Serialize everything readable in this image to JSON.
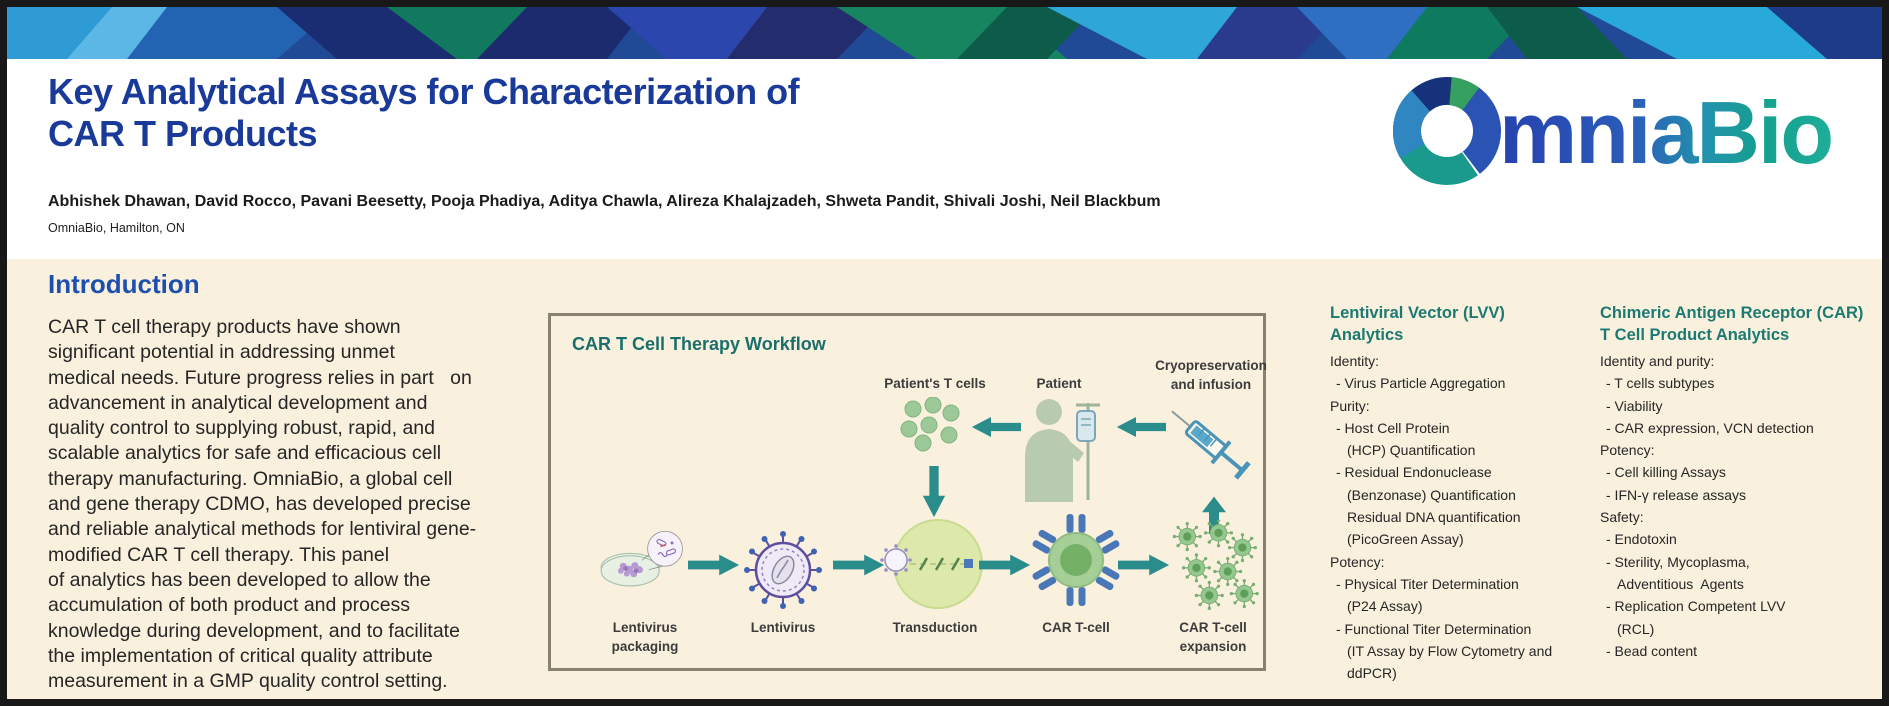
{
  "theme": {
    "accent_blue": "#1a3a9a",
    "intro_heading_blue": "#1d4fae",
    "teal_heading": "#1b7a72",
    "arrow_teal": "#2b8c8c",
    "cream_background": "#faf0de",
    "box_border": "#87816f",
    "logo_blue": "#2742ae",
    "logo_teal": "#1fae9a"
  },
  "header": {
    "title_line1": "Key Analytical Assays for Characterization of",
    "title_line2": "CAR T Products",
    "authors": "Abhishek Dhawan, David Rocco, Pavani Beesetty, Pooja Phadiya, Aditya Chawla, Alireza Khalajzadeh, Shweta Pandit, Shivali Joshi, Neil Blackbum",
    "affiliation": "OmniaBio, Hamilton, ON",
    "logo_wordmark": "mniaBio"
  },
  "intro": {
    "heading": "Introduction",
    "lines": [
      "CAR T cell therapy products have shown",
      "significant potential in addressing unmet",
      "medical needs. Future progress relies in part   on",
      "advancement in analytical development and",
      "quality control to supplying robust, rapid, and",
      "scalable analytics for safe and efficacious cell",
      "therapy manufacturing. OmniaBio, a global cell",
      "and gene therapy CDMO, has developed precise",
      "and reliable analytical methods for lentiviral gene-",
      "modified CAR T cell therapy. This panel",
      "of analytics has been developed to allow the",
      "accumulation of both product and process",
      "knowledge during development, and to facilitate",
      "the implementation of critical quality attribute",
      "measurement in a GMP quality control setting."
    ]
  },
  "workflow": {
    "title": "CAR T Cell Therapy Workflow",
    "labels": {
      "tcells": "Patient's T cells",
      "patient": "Patient",
      "cryo": "Cryopreservation and infusion",
      "packaging": "Lentivirus packaging",
      "lentivirus": "Lentivirus",
      "transduction": "Transduction",
      "car_t": "CAR T-cell",
      "expansion": "CAR T-cell expansion"
    }
  },
  "columns": {
    "lvv": {
      "heading": "Lentiviral Vector (LVV) Analytics",
      "lines": [
        {
          "t": "Identity:",
          "k": "cat"
        },
        {
          "t": "- Virus Particle Aggregation",
          "k": "item"
        },
        {
          "t": "Purity:",
          "k": "cat"
        },
        {
          "t": "- Host Cell Protein",
          "k": "item"
        },
        {
          "t": "(HCP) Quantification",
          "k": "cont"
        },
        {
          "t": "- Residual Endonuclease",
          "k": "item"
        },
        {
          "t": "(Benzonase) Quantification",
          "k": "cont"
        },
        {
          "t": "Residual DNA quantification",
          "k": "cont"
        },
        {
          "t": "(PicoGreen Assay)",
          "k": "cont"
        },
        {
          "t": "Potency:",
          "k": "cat"
        },
        {
          "t": "- Physical Titer Determination",
          "k": "item"
        },
        {
          "t": "(P24 Assay)",
          "k": "cont"
        },
        {
          "t": "- Functional Titer Determination",
          "k": "item"
        },
        {
          "t": "(IT Assay by Flow Cytometry and",
          "k": "cont"
        },
        {
          "t": "ddPCR)",
          "k": "cont"
        }
      ]
    },
    "car": {
      "heading": "Chimeric Antigen Receptor (CAR) T Cell Product Analytics",
      "lines": [
        {
          "t": "Identity and purity:",
          "k": "cat"
        },
        {
          "t": "- T cells subtypes",
          "k": "item"
        },
        {
          "t": "- Viability",
          "k": "item"
        },
        {
          "t": "- CAR expression, VCN detection",
          "k": "item"
        },
        {
          "t": "Potency:",
          "k": "cat"
        },
        {
          "t": "- Cell killing Assays",
          "k": "item"
        },
        {
          "t": "- IFN-γ release assays",
          "k": "item"
        },
        {
          "t": "Safety:",
          "k": "cat"
        },
        {
          "t": "- Endotoxin",
          "k": "item"
        },
        {
          "t": "- Sterility, Mycoplasma,",
          "k": "item"
        },
        {
          "t": "Adventitious  Agents",
          "k": "cont"
        },
        {
          "t": "- Replication Competent LVV",
          "k": "item"
        },
        {
          "t": "(RCL)",
          "k": "cont"
        },
        {
          "t": "- Bead content",
          "k": "item"
        }
      ]
    }
  }
}
